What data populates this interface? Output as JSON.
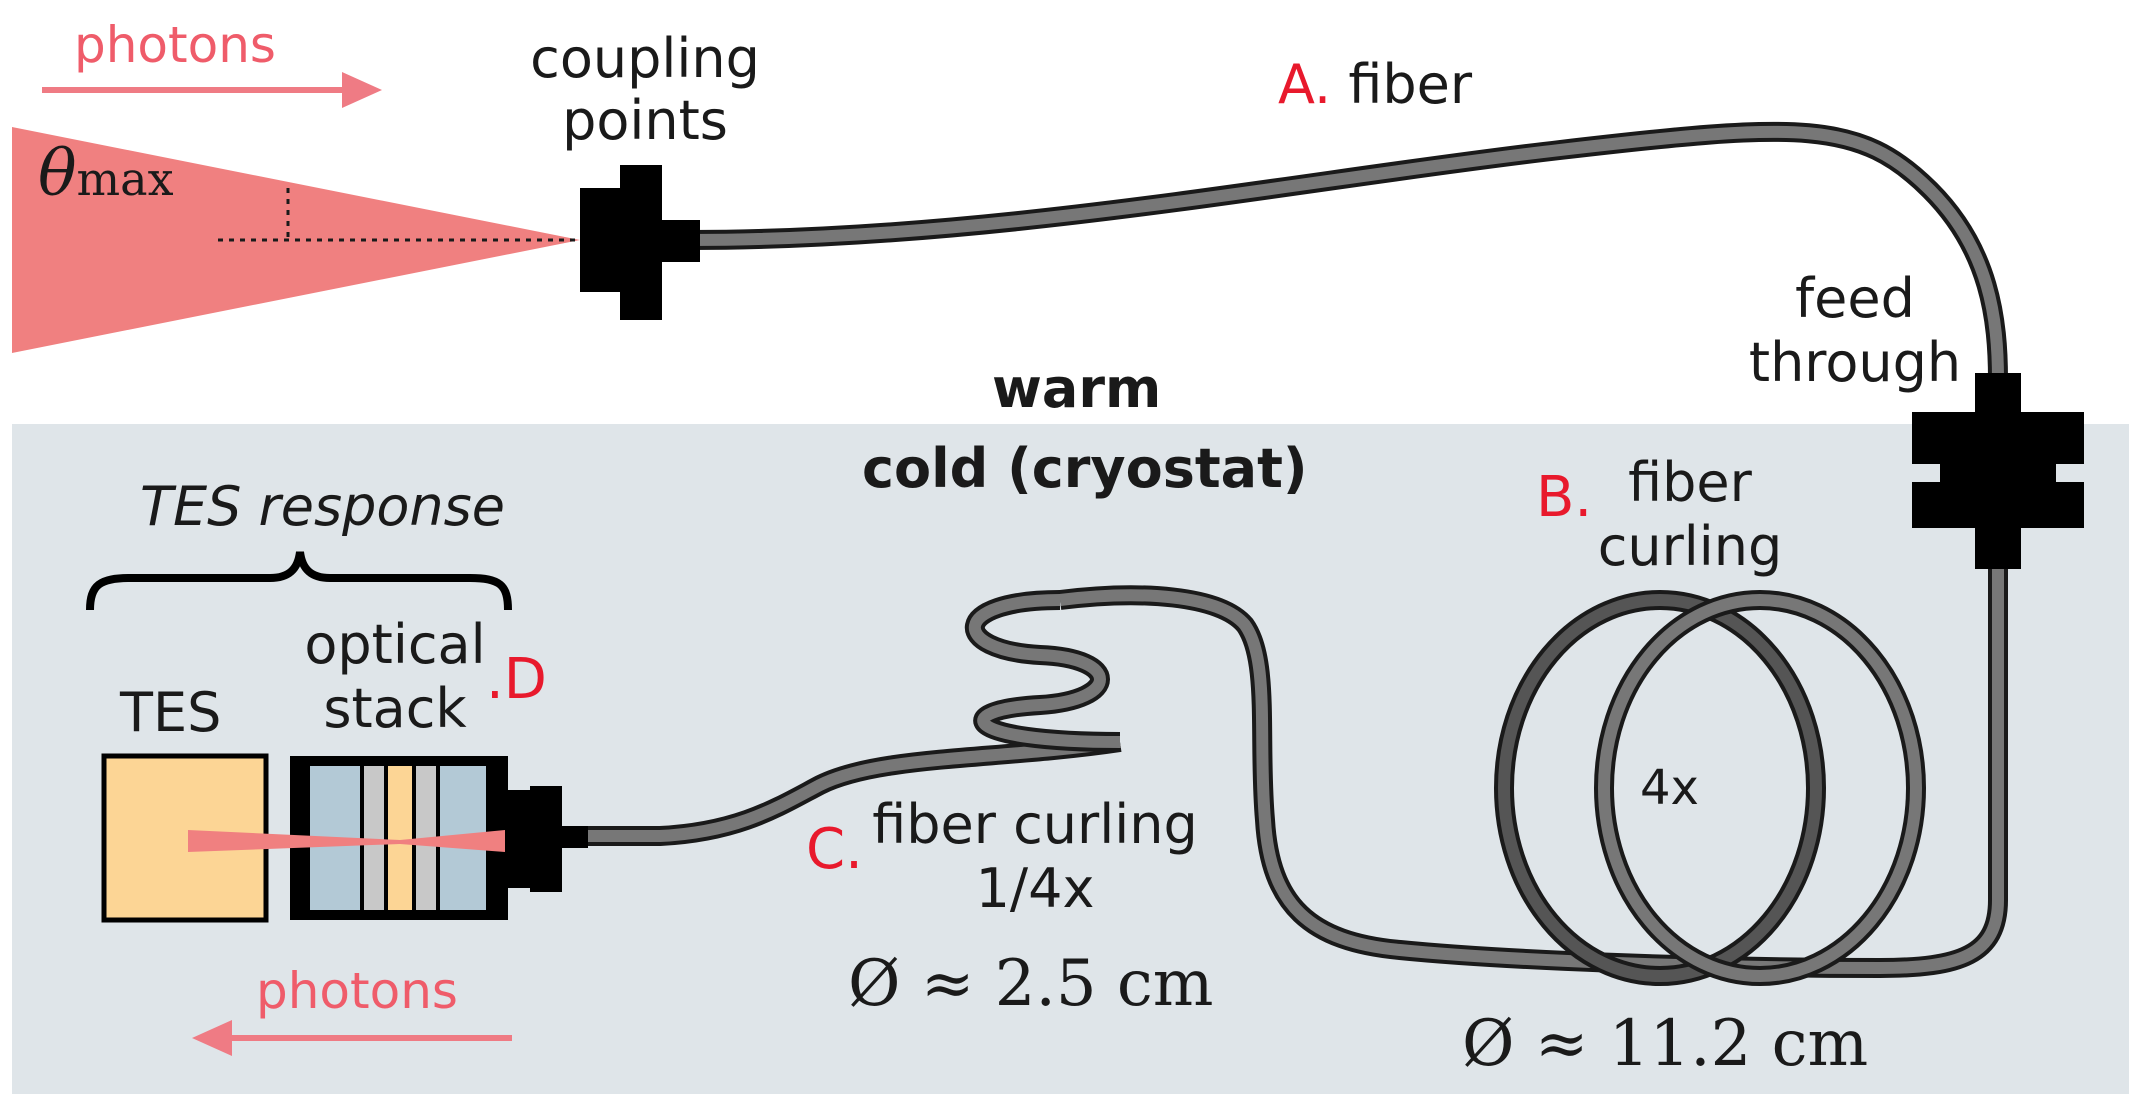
{
  "labels": {
    "photons_top": "photons",
    "theta": "θ",
    "theta_sub": "max",
    "coupling_line1": "coupling",
    "coupling_line2": "points",
    "marker_a": "A.",
    "fiber": "fiber",
    "feed_line1": "feed",
    "feed_line2": "through",
    "warm": "warm",
    "cold": "cold (cryostat)",
    "tes_response": "TES response",
    "tes": "TES",
    "optical_line1": "optical",
    "optical_line2": "stack",
    "marker_d": ".D",
    "marker_b": "B.",
    "fiber_curling_b_line1": "fiber",
    "fiber_curling_b_line2": "curling",
    "loops_count": "4x",
    "marker_c": "C.",
    "fiber_curling_c_line1": "fiber curling",
    "fiber_curling_c_line2": "1/4x",
    "diameter_small": "Ø ≈ 2.5 cm",
    "diameter_large": "Ø ≈ 11.2 cm",
    "photons_bottom": "photons"
  },
  "colors": {
    "cold_region": "#dfe5e9",
    "light_cone": "#f08080",
    "text_red": "#e8192c",
    "arrow_pink": "#ef7b84",
    "fiber_gray": "#6e6e6e",
    "fiber_dark_loop": "#4a4a4a",
    "connector": "#000000",
    "tes_block": "#fcd595",
    "optical_layer_blue": "#b3c9d6",
    "optical_layer_gray": "#c8c8c8"
  }
}
